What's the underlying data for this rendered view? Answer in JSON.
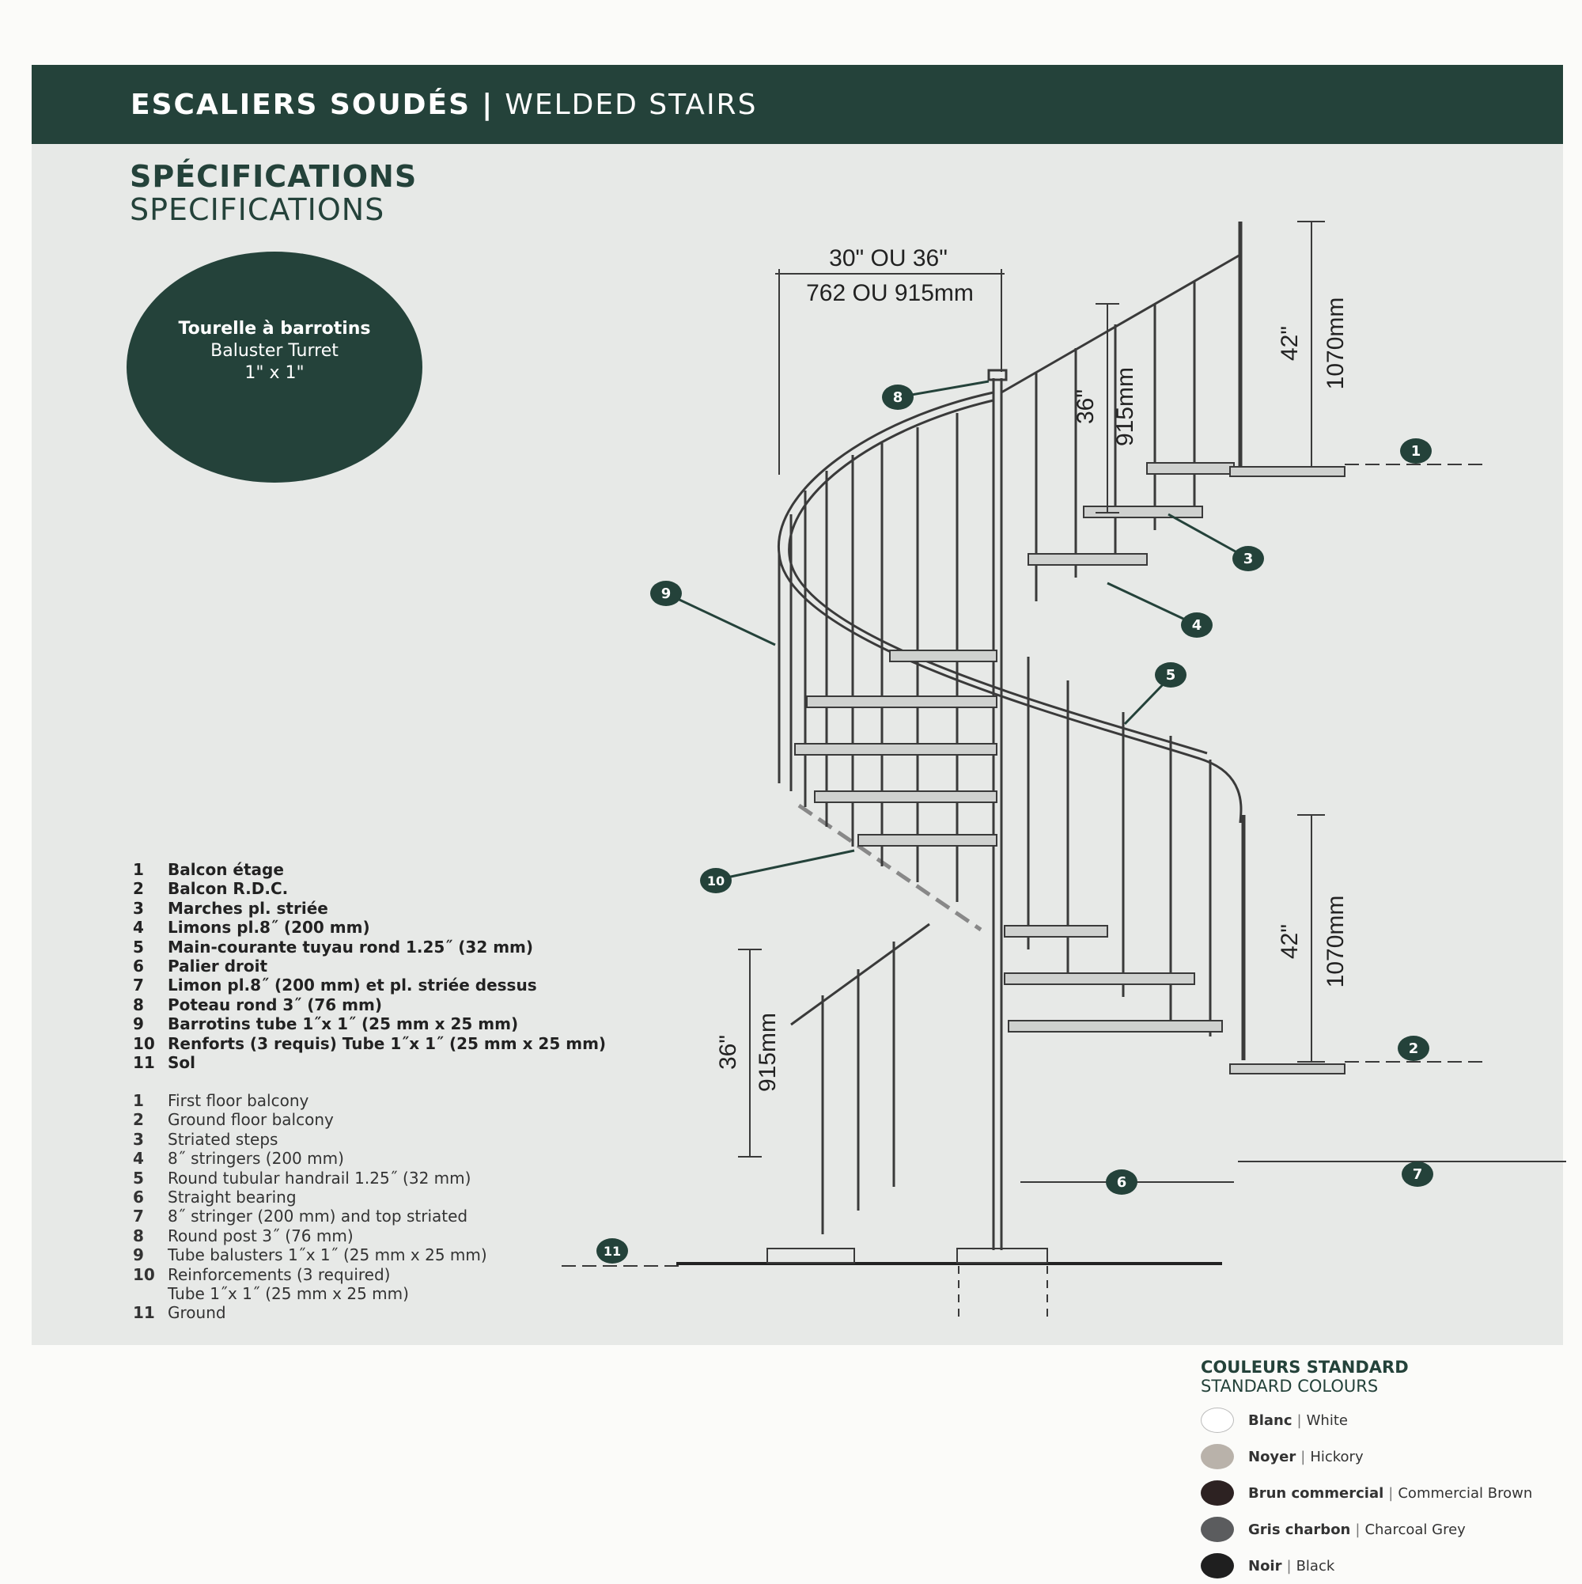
{
  "header": {
    "title_fr": "ESCALIERS SOUDÉS",
    "separator": "|",
    "title_en": "WELDED STAIRS"
  },
  "spec": {
    "title_fr": "SPÉCIFICATIONS",
    "title_en": "SPECIFICATIONS"
  },
  "model": {
    "name_fr": "Tourelle à barrotins",
    "name_en": "Baluster Turret",
    "size": "1\" x 1\""
  },
  "dimensions": {
    "width_in": "30\" OU 36\"",
    "width_mm": "762 OU 915mm",
    "upper_rail_in": "42\"",
    "upper_rail_mm": "1070mm",
    "mid_rail_in": "36\"",
    "mid_rail_mm": "915mm",
    "lower_rail_in": "42\"",
    "lower_rail_mm": "1070mm",
    "bottom_rail_in": "36\"",
    "bottom_rail_mm": "915mm"
  },
  "callouts": [
    "1",
    "2",
    "3",
    "4",
    "5",
    "6",
    "7",
    "8",
    "9",
    "10",
    "11"
  ],
  "legend_fr": [
    {
      "num": "1",
      "text": "Balcon étage"
    },
    {
      "num": "2",
      "text": "Balcon R.D.C."
    },
    {
      "num": "3",
      "text": "Marches pl. striée"
    },
    {
      "num": "4",
      "text": "Limons pl.8˝ (200 mm)"
    },
    {
      "num": "5",
      "text": "Main-courante tuyau rond 1.25˝ (32 mm)"
    },
    {
      "num": "6",
      "text": "Palier droit"
    },
    {
      "num": "7",
      "text": "Limon pl.8˝ (200 mm) et pl. striée dessus"
    },
    {
      "num": "8",
      "text": "Poteau rond 3˝ (76 mm)"
    },
    {
      "num": "9",
      "text": "Barrotins tube 1˝x 1˝ (25 mm x 25 mm)"
    },
    {
      "num": "10",
      "text": "Renforts (3 requis) Tube 1˝x 1˝ (25 mm x 25 mm)"
    },
    {
      "num": "11",
      "text": "Sol"
    }
  ],
  "legend_en": [
    {
      "num": "1",
      "text": "First floor balcony"
    },
    {
      "num": "2",
      "text": "Ground floor balcony"
    },
    {
      "num": "3",
      "text": "Striated steps"
    },
    {
      "num": "4",
      "text": "8˝ stringers (200 mm)"
    },
    {
      "num": "5",
      "text": "Round tubular handrail 1.25˝ (32 mm)"
    },
    {
      "num": "6",
      "text": "Straight bearing"
    },
    {
      "num": "7",
      "text": "8˝ stringer (200 mm) and top striated"
    },
    {
      "num": "8",
      "text": "Round post 3˝ (76 mm)"
    },
    {
      "num": "9",
      "text": "Tube balusters 1˝x 1˝ (25 mm x 25 mm)"
    },
    {
      "num": "10",
      "text": "Reinforcements (3 required)"
    },
    {
      "num": "",
      "text": "Tube 1˝x 1˝ (25 mm x 25 mm)"
    },
    {
      "num": "11",
      "text": "Ground"
    }
  ],
  "colours": {
    "title_fr": "COULEURS STANDARD",
    "title_en": "STANDARD COLOURS",
    "items": [
      {
        "fr": "Blanc",
        "en": "White",
        "hex": "#ffffff"
      },
      {
        "fr": "Noyer",
        "en": "Hickory",
        "hex": "#b9b2aa"
      },
      {
        "fr": "Brun commercial",
        "en": "Commercial Brown",
        "hex": "#2d2222"
      },
      {
        "fr": "Gris charbon",
        "en": "Charcoal Grey",
        "hex": "#5b5c5e"
      },
      {
        "fr": "Noir",
        "en": "Black",
        "hex": "#1f1f1f"
      }
    ]
  },
  "theme": {
    "brand_green": "#24423a"
  }
}
